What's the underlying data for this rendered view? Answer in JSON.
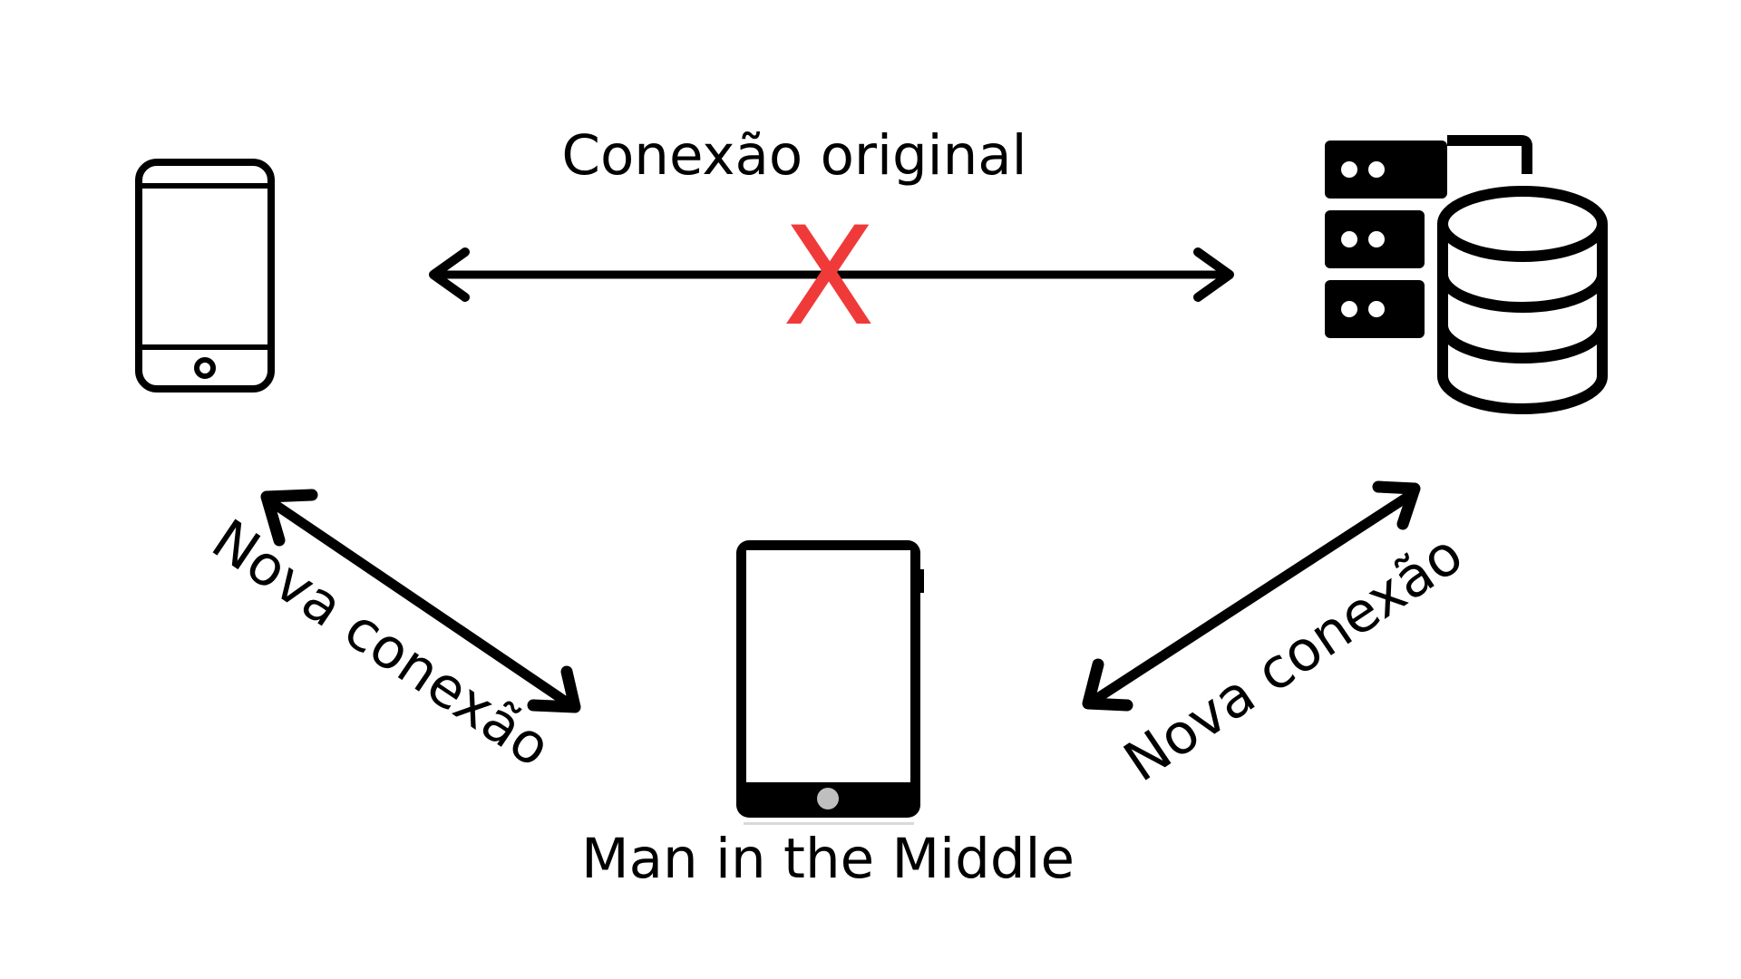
{
  "diagram": {
    "original_connection_label": "Conexão original",
    "new_connection_left_label": "Nova conexão",
    "new_connection_right_label": "Nova conexão",
    "attacker_label": "Man in the Middle",
    "blocked_mark": "X"
  },
  "colors": {
    "ink": "#000000",
    "blocked": "#f03a3a",
    "background": "#ffffff"
  },
  "icons": {
    "client": "smartphone-icon",
    "attacker": "tablet-icon",
    "server": "server-database-icon"
  }
}
